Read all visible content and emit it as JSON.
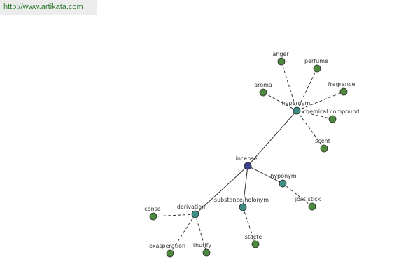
{
  "header": {
    "url": "http://www.artikata.com"
  },
  "graph": {
    "colors": {
      "root": "#3c3f8a",
      "relation": "#3f8e86",
      "leaf": "#4d8a3d",
      "edge": "#333333"
    },
    "nodes": [
      {
        "id": "incense",
        "label": "incense",
        "kind": "root"
      },
      {
        "id": "hypernym",
        "label": "hypernym",
        "kind": "relation"
      },
      {
        "id": "hyponym",
        "label": "hyponym",
        "kind": "relation"
      },
      {
        "id": "substance-holonym",
        "label": "substance holonym",
        "kind": "relation"
      },
      {
        "id": "derivation",
        "label": "derivation",
        "kind": "relation"
      },
      {
        "id": "anger",
        "label": "anger",
        "kind": "leaf"
      },
      {
        "id": "perfume",
        "label": "perfume",
        "kind": "leaf"
      },
      {
        "id": "aroma",
        "label": "aroma",
        "kind": "leaf"
      },
      {
        "id": "fragrance",
        "label": "fragrance",
        "kind": "leaf"
      },
      {
        "id": "chemical-compound",
        "label": "chemical compound",
        "kind": "leaf"
      },
      {
        "id": "scent",
        "label": "scent",
        "kind": "leaf"
      },
      {
        "id": "joss-stick",
        "label": "joss stick",
        "kind": "leaf"
      },
      {
        "id": "stacte",
        "label": "stacte",
        "kind": "leaf"
      },
      {
        "id": "cense",
        "label": "cense",
        "kind": "leaf"
      },
      {
        "id": "exasperation",
        "label": "exasperation",
        "kind": "leaf"
      },
      {
        "id": "thurify",
        "label": "thurify",
        "kind": "leaf"
      }
    ],
    "edges": [
      {
        "from": "incense",
        "to": "hypernym",
        "style": "solid"
      },
      {
        "from": "incense",
        "to": "hyponym",
        "style": "solid"
      },
      {
        "from": "incense",
        "to": "substance-holonym",
        "style": "solid"
      },
      {
        "from": "incense",
        "to": "derivation",
        "style": "solid"
      },
      {
        "from": "hypernym",
        "to": "anger",
        "style": "dashed"
      },
      {
        "from": "hypernym",
        "to": "perfume",
        "style": "dashed"
      },
      {
        "from": "hypernym",
        "to": "aroma",
        "style": "dashed"
      },
      {
        "from": "hypernym",
        "to": "fragrance",
        "style": "dashed"
      },
      {
        "from": "hypernym",
        "to": "chemical-compound",
        "style": "dashed"
      },
      {
        "from": "hypernym",
        "to": "scent",
        "style": "dashed"
      },
      {
        "from": "hyponym",
        "to": "joss-stick",
        "style": "dashed"
      },
      {
        "from": "substance-holonym",
        "to": "stacte",
        "style": "dashed"
      },
      {
        "from": "derivation",
        "to": "cense",
        "style": "dashed"
      },
      {
        "from": "derivation",
        "to": "exasperation",
        "style": "dashed"
      },
      {
        "from": "derivation",
        "to": "thurify",
        "style": "dashed"
      }
    ]
  }
}
